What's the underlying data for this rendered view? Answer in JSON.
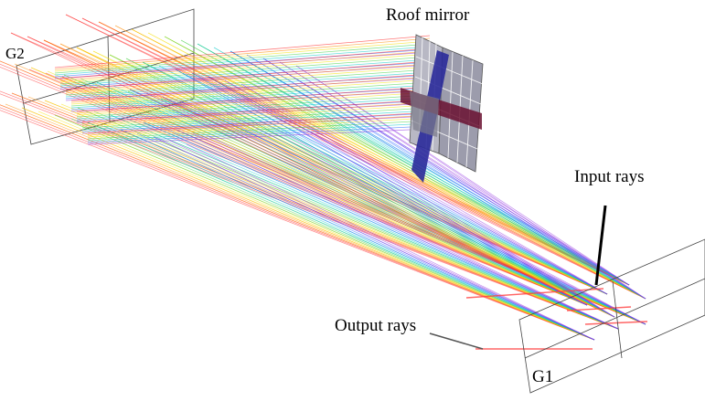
{
  "labels": {
    "g2": "G2",
    "roof_mirror": "Roof mirror",
    "input_rays": "Input rays",
    "output_rays": "Output rays",
    "g1": "G1"
  },
  "spectrum": [
    "#ff2020",
    "#ff8a00",
    "#f5e000",
    "#40d040",
    "#00c8c8",
    "#2060ff",
    "#9030e0"
  ],
  "mirror_colors": {
    "face_light": "#b8b8c4",
    "face_dark": "#7a7a8a",
    "blue_plane": "#2a2a9a",
    "red_plane": "#6a1030",
    "grid": "#ffffff"
  }
}
